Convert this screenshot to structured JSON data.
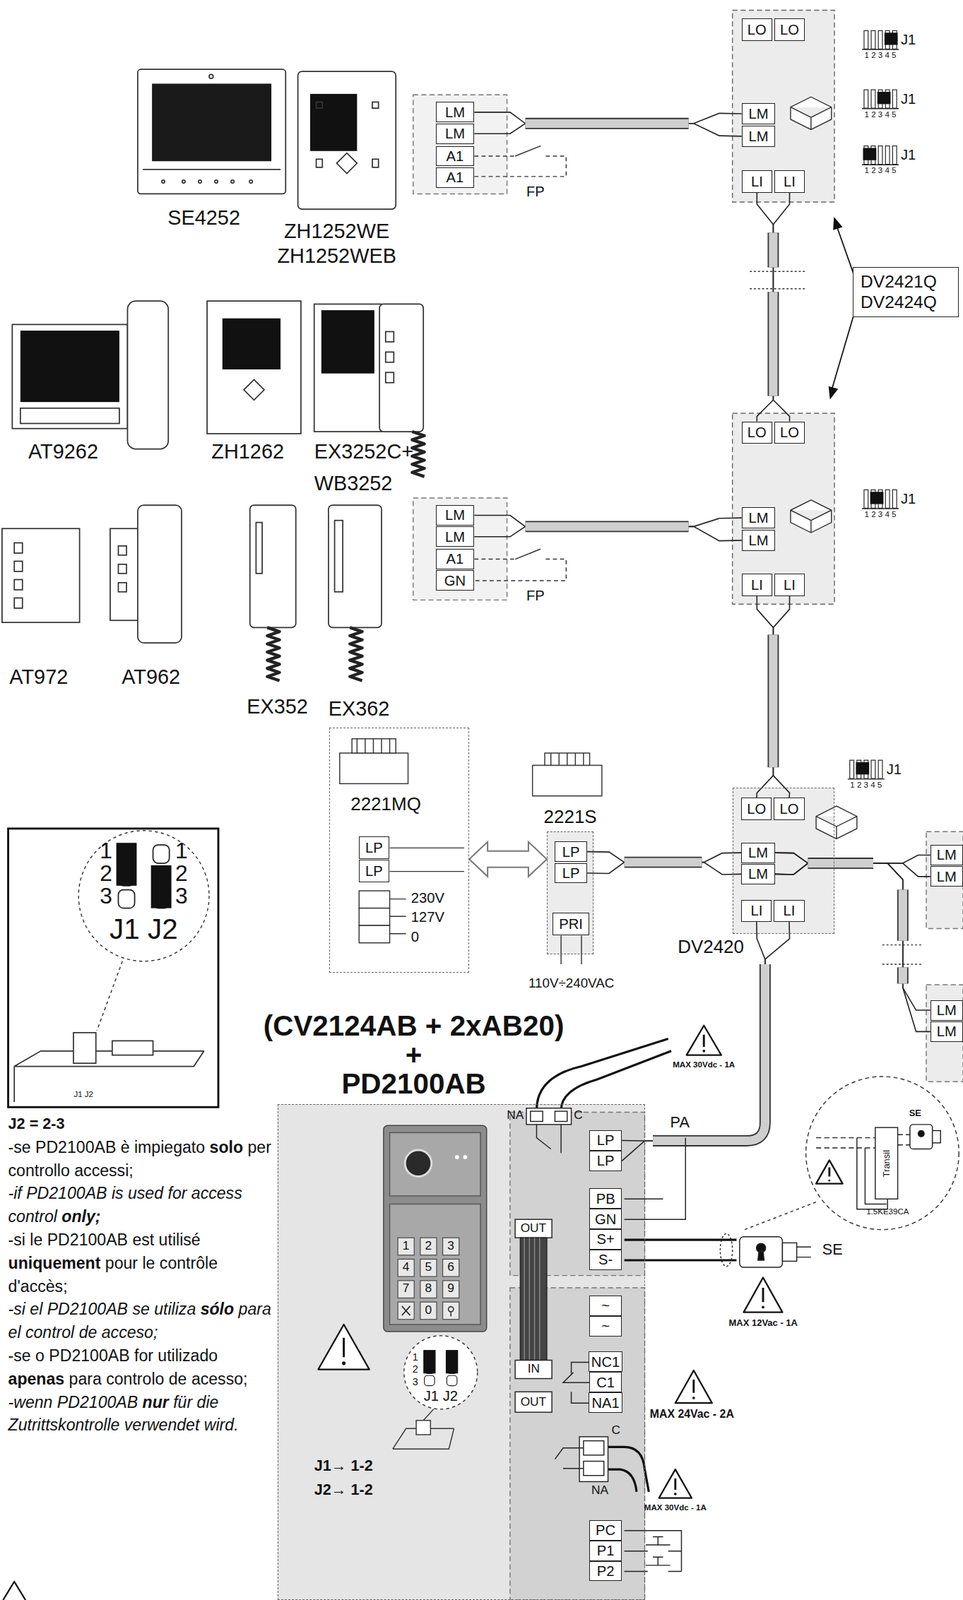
{
  "diagram": {
    "nodes": [
      {
        "text": [
          "LM"
        ]
      },
      {
        "text": [
          "LM"
        ]
      },
      {
        "text": [
          "A1"
        ]
      },
      {
        "text": [
          "A1"
        ]
      },
      {
        "text": [
          "LO"
        ]
      },
      {
        "text": [
          "LO"
        ]
      },
      {
        "text": [
          "LM"
        ]
      },
      {
        "text": [
          "LM"
        ]
      },
      {
        "text": [
          "LI"
        ]
      },
      {
        "text": [
          "LI"
        ]
      },
      {
        "text": [
          "DV2421Q DV2424Q"
        ]
      },
      {
        "text": [
          "LO"
        ]
      },
      {
        "text": [
          "LO"
        ]
      },
      {
        "text": [
          "LM"
        ]
      },
      {
        "text": [
          "LM"
        ]
      },
      {
        "text": [
          "LI"
        ]
      },
      {
        "text": [
          "LI"
        ]
      },
      {
        "text": [
          "LM"
        ]
      },
      {
        "text": [
          "LM"
        ]
      },
      {
        "text": [
          "A1"
        ]
      },
      {
        "text": [
          "GN"
        ]
      },
      {
        "text": [
          "DV2420"
        ]
      },
      {
        "text": [
          "LO"
        ],
        "in": 21
      },
      {
        "text": [
          "LO"
        ],
        "in": 21
      },
      {
        "text": [
          "LM"
        ],
        "in": 21
      },
      {
        "text": [
          "LM"
        ],
        "in": 21
      },
      {
        "text": [
          "LI"
        ],
        "in": 21
      },
      {
        "text": [
          "LI"
        ],
        "in": 21
      },
      {
        "text": [
          "LM"
        ]
      },
      {
        "text": [
          "LM"
        ]
      },
      {
        "text": [
          "LM"
        ]
      },
      {
        "text": [
          "LM"
        ]
      },
      {
        "text": [
          "2221MQ"
        ]
      },
      {
        "text": [
          "LP"
        ],
        "in": 32
      },
      {
        "text": [
          "LP"
        ],
        "in": 32
      },
      {
        "text": [
          "2221S"
        ]
      },
      {
        "text": [
          "LP"
        ],
        "in": 35
      },
      {
        "text": [
          "LP"
        ],
        "in": 35
      },
      {
        "text": [
          "PRI"
        ],
        "in": 35
      },
      {
        "text": [
          "(CV2124AB + 2xAB20)",
          "+ PD2100AB"
        ]
      },
      {
        "text": [
          "LP"
        ],
        "in": 39
      },
      {
        "text": [
          "LP"
        ],
        "in": 39
      },
      {
        "text": [
          "PB"
        ],
        "in": 39
      },
      {
        "text": [
          "GN"
        ],
        "in": 39
      },
      {
        "text": [
          "S+"
        ],
        "in": 39
      },
      {
        "text": [
          "S-"
        ],
        "in": 39
      },
      {
        "text": [
          "~"
        ],
        "in": 39
      },
      {
        "text": [
          "~"
        ],
        "in": 39
      },
      {
        "text": [
          "NC1"
        ],
        "in": 39
      },
      {
        "text": [
          "C1"
        ],
        "in": 39
      },
      {
        "text": [
          "NA1"
        ],
        "in": 39
      },
      {
        "text": [
          "PC"
        ],
        "in": 39
      },
      {
        "text": [
          "P1"
        ],
        "in": 39
      },
      {
        "text": [
          "P2"
        ],
        "in": 39
      }
    ],
    "edges": [
      {
        "from": 0,
        "to": 6,
        "arrow": "none"
      },
      {
        "from": 1,
        "to": 7,
        "arrow": "none"
      },
      {
        "from": 8,
        "to": 11,
        "arrow": "none"
      },
      {
        "from": 9,
        "to": 12,
        "arrow": "none"
      },
      {
        "from": 17,
        "to": 13,
        "arrow": "none"
      },
      {
        "from": 18,
        "to": 14,
        "arrow": "none"
      },
      {
        "from": 15,
        "to": 22,
        "arrow": "none"
      },
      {
        "from": 16,
        "to": 23,
        "arrow": "none"
      },
      {
        "from": 36,
        "to": 24,
        "arrow": "none"
      },
      {
        "from": 37,
        "to": 25,
        "arrow": "none"
      },
      {
        "from": 24,
        "to": 28,
        "arrow": "none"
      },
      {
        "from": 25,
        "to": 29,
        "arrow": "none"
      },
      {
        "from": 24,
        "to": 30,
        "arrow": "none"
      },
      {
        "from": 25,
        "to": 31,
        "arrow": "none"
      },
      {
        "from": 26,
        "to": 40,
        "arrow": "none"
      },
      {
        "from": 27,
        "to": 41,
        "arrow": "none"
      },
      {
        "from": 32,
        "to": 35,
        "arrow": "both"
      }
    ],
    "labels": [
      "SE4252",
      "ZH1252WE",
      "ZH1252WEB",
      "AT9262",
      "ZH1262",
      "EX3252C+",
      "WB3252",
      "AT972",
      "AT962",
      "EX352",
      "EX362",
      "FP",
      "FP",
      "J1",
      "1 2 3 4 5",
      "J1",
      "1 2 3 4 5",
      "J1",
      "1 2 3 4 5",
      "J1",
      "1 2 3 4 5",
      "J1",
      "1 2 3 4 5",
      "230V",
      "127V",
      "0",
      "110V÷240VAC",
      "1",
      "2",
      "3",
      "1",
      "2",
      "3",
      "J1 J2",
      "J1 J2",
      "J2 = 2-3",
      "-se PD2100AB è impiegato",
      "solo",
      "per controllo accessi;",
      "-if PD2100AB is used for access control",
      "only;",
      "-si le PD2100AB est utilisé",
      "uniquement",
      "pour le contrôle d'accès;",
      "-si el PD2100AB se utiliza",
      "sólo",
      "para el control de acceso;",
      "-se o PD2100AB for utilizado",
      "apenas",
      "para controlo de acesso;",
      "-wenn PD2100AB",
      "nur",
      "für die Zutrittskontrolle verwendet wird.",
      "J1→ 1-2",
      "J2→ 1-2",
      "1",
      "2",
      "3",
      "J1 J2",
      "MAX 30Vdc - 1A",
      "PA",
      "SE",
      "MAX 12Vac - 1A",
      "MAX 24Vac - 2A",
      "MAX 30Vdc - 1A",
      "SE",
      "Transil",
      "1.5KE39CA",
      "NA",
      "C",
      "OUT",
      "IN",
      "OUT",
      "C",
      "NA",
      "1",
      "2",
      "3",
      "4",
      "5",
      "6",
      "7",
      "8",
      "9",
      "0"
    ]
  }
}
